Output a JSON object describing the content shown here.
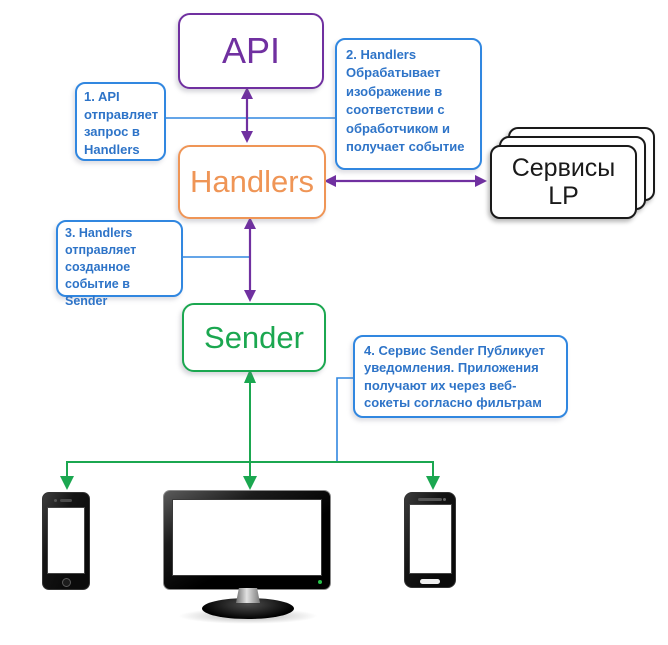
{
  "diagram": {
    "nodes": {
      "api": {
        "label": "API"
      },
      "handlers": {
        "label": "Handlers"
      },
      "sender": {
        "label": "Sender"
      },
      "services": {
        "line1": "Сервисы",
        "line2": "LP"
      }
    },
    "callouts": [
      {
        "text": "1. API отправляет запрос в Handlers"
      },
      {
        "text": "2. Handlers Обрабатывает изображение в соответствии с обработчиком и получает событие"
      },
      {
        "text": "3. Handlers отправляет созданное событие в Sender"
      },
      {
        "text": "4. Сервис Sender Публикует уведомления. Приложения получают их через веб-сокеты согласно фильтрам"
      }
    ]
  },
  "colors": {
    "purple": "#7030A0",
    "orange": "#EF9556",
    "green": "#1BA750",
    "blue-border": "#3187E0",
    "blue-text": "#2E74C8",
    "black": "#1A1A1A"
  }
}
